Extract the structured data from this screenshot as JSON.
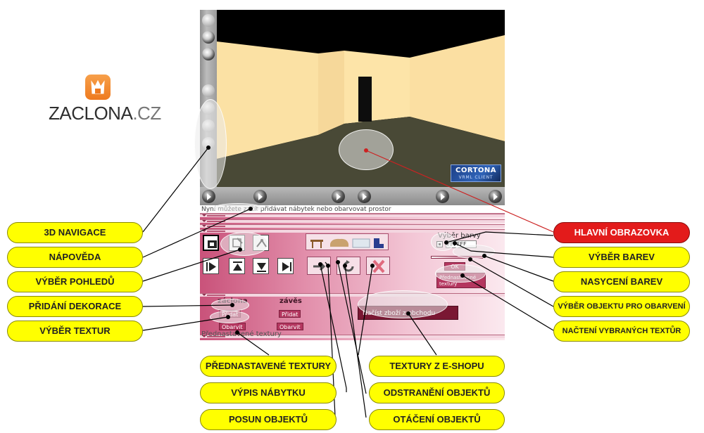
{
  "logo": {
    "brand": "ZACLONA",
    "suffix": ".CZ",
    "mark": "crown-logo-icon"
  },
  "viewer": {
    "badge_title": "CORTONA",
    "badge_subtitle": "VRML CLIENT",
    "nav_icons": [
      "nav-orbit-icon",
      "nav-walk-icon",
      "nav-fly-icon",
      "nav-down-icon",
      "nav-pan-icon",
      "nav-rotate-icon",
      "nav-point-icon"
    ],
    "bottom_icons": [
      "settings-icon",
      "view-icon",
      "prev-viewpoint-icon",
      "next-viewpoint-icon",
      "reset-icon",
      "fit-icon"
    ]
  },
  "status_line": "Nyní můžete začít přidávat nábytek nebo obarvovat prostor",
  "panel": {
    "color_label": "Výběr barvy",
    "color_value": "FFFFFF",
    "ok_label": "OK",
    "preset_button": "Přednastavené textury",
    "col_zaclona": "záclona",
    "col_zaves": "závěs",
    "add_label": "Přidat",
    "color_obj_label": "Obarvit",
    "load_shop": "Načíst zboží z obchodu",
    "preset_section": "Přednastavené textury",
    "view_icons": [
      "camera-icon",
      "perspective-icon",
      "top-view-icon",
      "front-view-icon",
      "back-view-icon",
      "bottom-view-icon",
      "right-view-icon"
    ],
    "object_icons": [
      "move-icon",
      "rotate-icon",
      "delete-icon"
    ],
    "furniture_icons": [
      "desk-icon",
      "sofa-icon",
      "radiator-icon",
      "chair-icon"
    ]
  },
  "callouts": {
    "nav3d": "3D NAVIGACE",
    "help": "NÁPOVĚDA",
    "views": "VÝBĚR POHLEDŮ",
    "decoration": "PŘIDÁNÍ DEKORACE",
    "textures": "VÝBĚR TEXTUR",
    "preset_textures": "PŘEDNASTAVENÉ TEXTURY",
    "furniture_list": "VÝPIS NÁBYTKU",
    "move_objects": "POSUN OBJEKTŮ",
    "main_screen": "HLAVNÍ OBRAZOVKA",
    "color_select": "VÝBĚR BAREV",
    "saturation": "NASYCENÍ BAREV",
    "object_color": "VÝBĚR OBJEKTU PRO OBARVENÍ",
    "load_textures": "NAČTENÍ VYBRANÝCH TEXTŮR",
    "eshop_textures": "TEXTURY Z E-SHOPU",
    "remove_objects": "ODSTRANĚNÍ OBJEKTŮ",
    "rotate_objects": "OTÁČENÍ OBJEKTŮ"
  },
  "colors": {
    "callout": "#ffff00",
    "callout_main": "#e31b1b",
    "panel": "#e28fab",
    "leader": "#000000",
    "leader_main": "#cc2222"
  }
}
